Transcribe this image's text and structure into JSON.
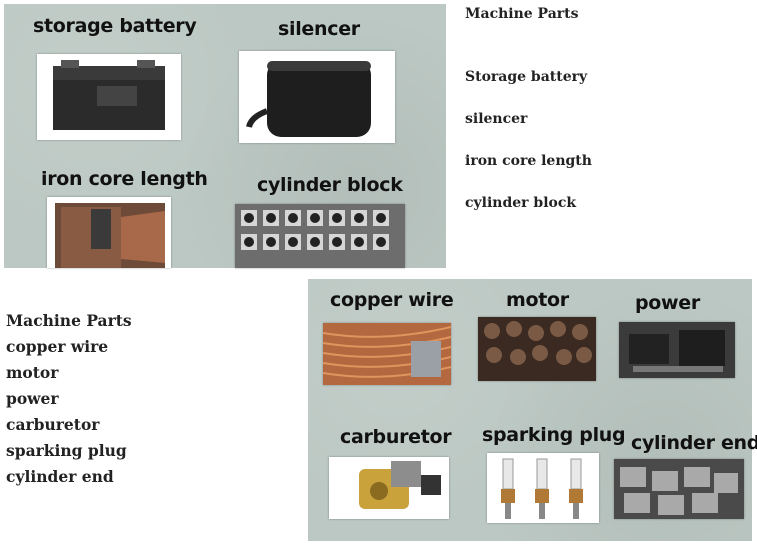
{
  "slide_top": {
    "parts": [
      {
        "label": "storage battery",
        "image": "storage-battery-photo"
      },
      {
        "label": "silencer",
        "image": "silencer-photo"
      },
      {
        "label": "iron core length",
        "image": "iron-core-photo"
      },
      {
        "label": "cylinder block",
        "image": "cylinder-block-photo"
      }
    ]
  },
  "list_top": {
    "title": "Machine Parts",
    "items": [
      "Storage battery",
      "silencer",
      "iron core length",
      "cylinder block"
    ]
  },
  "list_bottom": {
    "title": "Machine Parts",
    "items": [
      "copper wire",
      "motor",
      "power",
      "carburetor",
      "sparking plug",
      "cylinder end"
    ]
  },
  "slide_bottom": {
    "parts": [
      {
        "label": "copper wire",
        "image": "copper-wire-photo"
      },
      {
        "label": "motor",
        "image": "motor-photo"
      },
      {
        "label": "power",
        "image": "power-engine-photo"
      },
      {
        "label": "carburetor",
        "image": "carburetor-photo"
      },
      {
        "label": "sparking plug",
        "image": "spark-plug-photo"
      },
      {
        "label": "cylinder end",
        "image": "cylinder-end-photo"
      }
    ]
  },
  "colors": {
    "slate": "#bcc8c3",
    "text": "#222222"
  }
}
